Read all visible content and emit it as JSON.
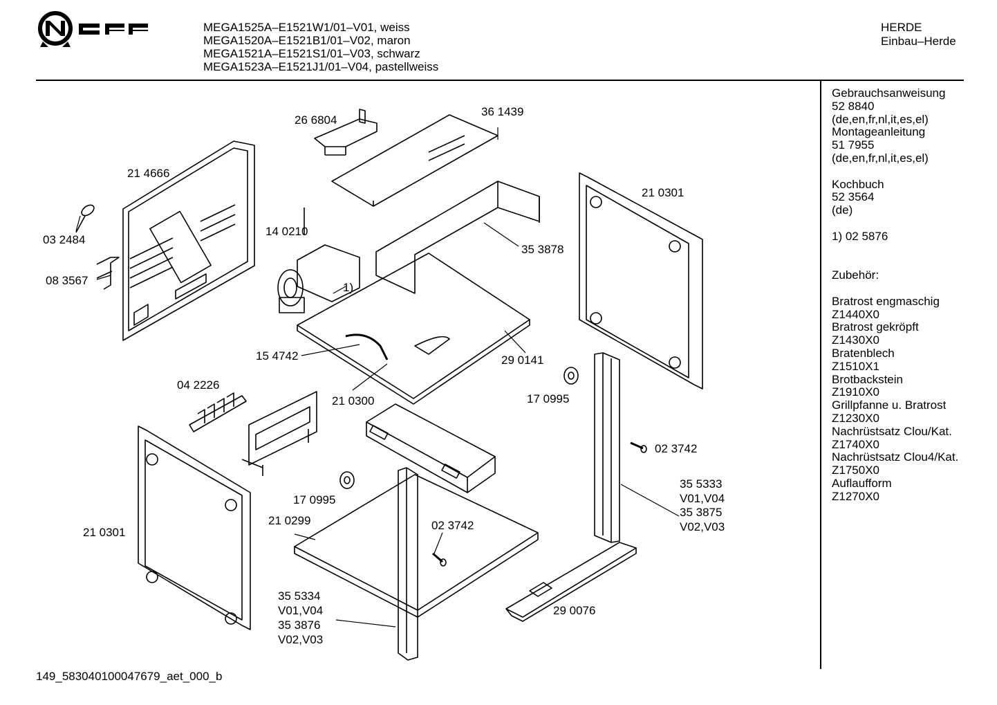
{
  "header": {
    "brand": "NEFF",
    "models": [
      "MEGA1525A–E1521W1/01–V01, weiss",
      "MEGA1520A–E1521B1/01–V02, maron",
      "MEGA1521A–E1521S1/01–V03, schwarz",
      "MEGA1523A–E1521J1/01–V04, pastellweiss"
    ],
    "category": [
      "HERDE",
      "Einbau–Herde"
    ]
  },
  "sidebar": {
    "lines": [
      "Gebrauchsanweisung",
      "52 8840",
      "(de,en,fr,nl,it,es,el)",
      "Montageanleitung",
      "51 7955",
      "(de,en,fr,nl,it,es,el)",
      "",
      "Kochbuch",
      "52 3564",
      "(de)",
      "",
      "1) 02 5876",
      "",
      "",
      "Zubehör:",
      "",
      "Bratrost engmaschig",
      "Z1440X0",
      "Bratrost gekröpft",
      "Z1430X0",
      "Bratenblech",
      "Z1510X1",
      "Brotbackstein",
      "Z1910X0",
      "Grillpfanne u. Bratrost",
      "Z1230X0",
      "Nachrüstsatz Clou/Kat.",
      "Z1740X0",
      "Nachrüstsatz Clou4/Kat.",
      "Z1750X0",
      "Auflaufform",
      "Z1270X0"
    ]
  },
  "parts": {
    "p266804": "26 6804",
    "p361439": "36 1439",
    "p214666": "21 4666",
    "p032484": "03 2484",
    "p083567": "08 3567",
    "p140210": "14 0210",
    "p353878": "35 3878",
    "p210301_right": "21 0301",
    "ref1": "1)",
    "p154742": "15 4742",
    "p290141": "29 0141",
    "p210300": "21 0300",
    "p042226": "04 2226",
    "p170995_right": "17 0995",
    "p023742_right": "02 3742",
    "p355333": [
      "35 5333",
      "V01,V04",
      "35 3875",
      "V02,V03"
    ],
    "p170995_left": "17 0995",
    "p210299": "21 0299",
    "p023742_left": "02 3742",
    "p210301_left": "21 0301",
    "p290076": "29 0076",
    "p355334": [
      "35 5334",
      "V01,V04",
      "35 3876",
      "V02,V03"
    ]
  },
  "footer": {
    "code": "149_583040100047679_aet_000_b"
  }
}
